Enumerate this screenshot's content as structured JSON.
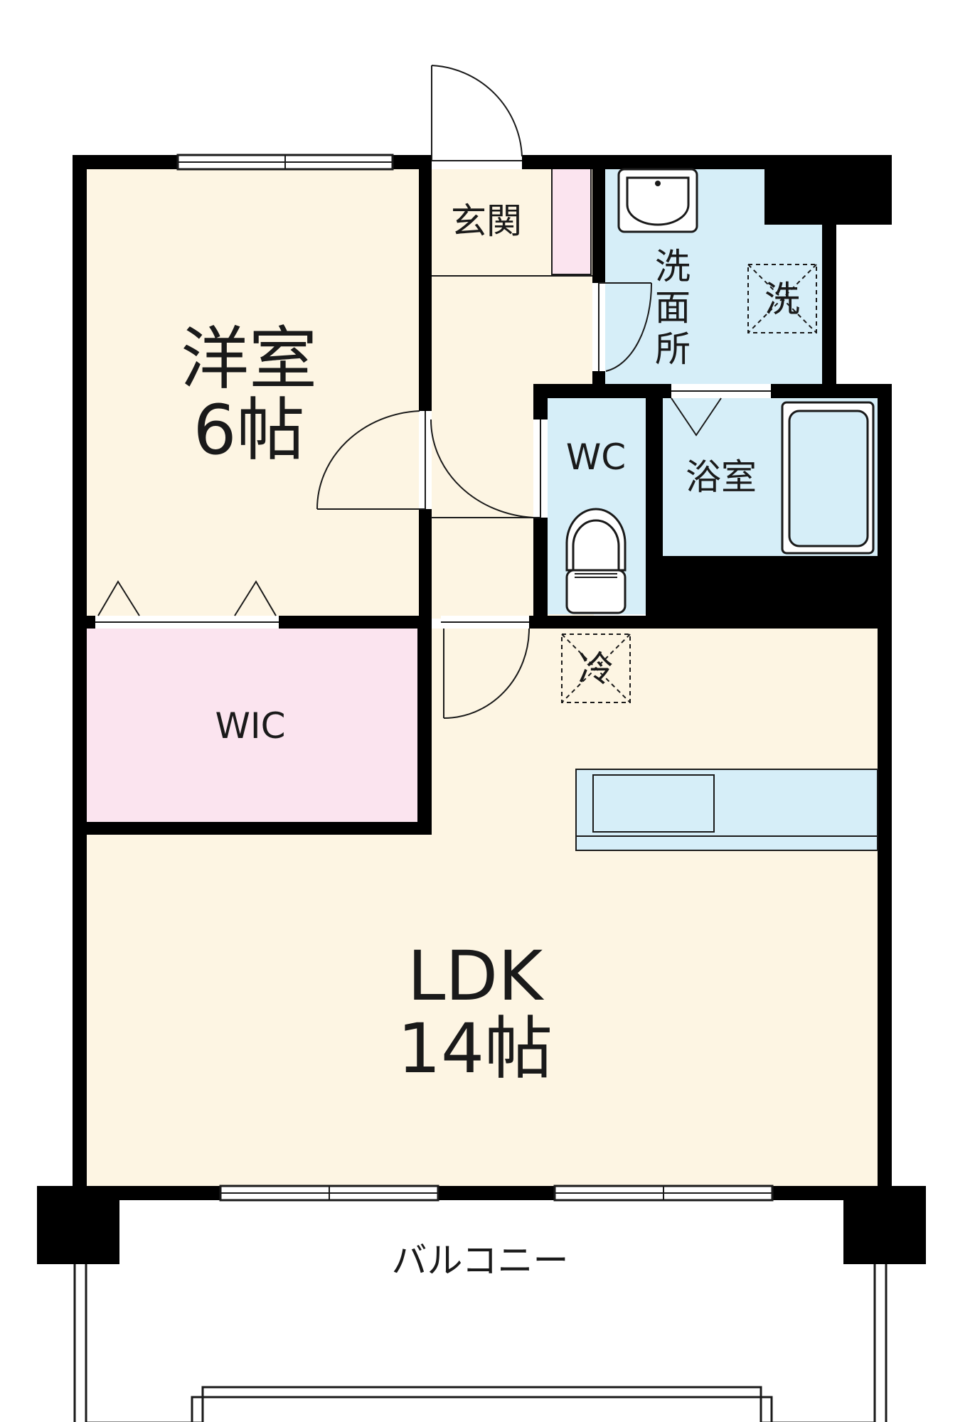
{
  "colors": {
    "wall": "#000000",
    "room_cream": "#fdf5e3",
    "room_blue": "#d6eef8",
    "room_pink": "#fbe4ef",
    "fixture_line": "#1a1a1a",
    "window": "#ffffff"
  },
  "rooms": {
    "western_room": {
      "name": "洋室",
      "size": "6帖"
    },
    "entrance": {
      "name": "玄関"
    },
    "washroom": {
      "name_chars": [
        "洗",
        "面",
        "所"
      ]
    },
    "washer_mark": "洗",
    "wc": {
      "name": "WC"
    },
    "bath": {
      "name": "浴室"
    },
    "fridge_mark": "冷",
    "wic": {
      "name": "WIC"
    },
    "ldk": {
      "name": "LDK",
      "size": "14帖"
    },
    "balcony": {
      "name": "バルコニー"
    }
  },
  "icons": [
    "sink-icon",
    "washing-machine-space-icon",
    "toilet-icon",
    "bathtub-icon",
    "refrigerator-space-icon",
    "kitchen-counter-icon",
    "door-swing-icon",
    "window-icon"
  ]
}
